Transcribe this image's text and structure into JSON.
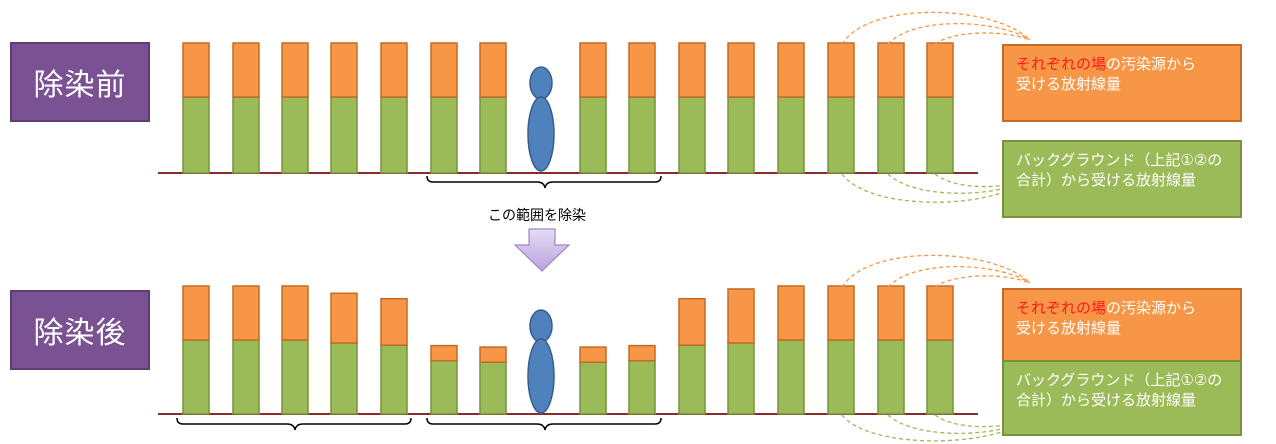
{
  "panels": [
    {
      "title": "除染前",
      "legend_source_highlight": "それぞれの場",
      "legend_source_rest_line1": "の汚染源から",
      "legend_source_line2": "受ける放射線量",
      "legend_background_line1": "バックグラウンド（上記①②の",
      "legend_background_line2": "合計）から受ける放射線量",
      "orange_levels": [
        1,
        1,
        1,
        1,
        1,
        1,
        1,
        1,
        1,
        1,
        1,
        1,
        1,
        1,
        1
      ],
      "green_levels": [
        1,
        1,
        1,
        1,
        1,
        1,
        1,
        1,
        1,
        1,
        1,
        1,
        1,
        1,
        1
      ]
    },
    {
      "title": "除染後",
      "legend_source_highlight": "それぞれの場",
      "legend_source_rest_line1": "の汚染源から",
      "legend_source_line2": "受ける放射線量",
      "legend_background_line1": "バックグラウンド（上記①②の",
      "legend_background_line2": "合計）から受ける放射線量",
      "orange_levels": [
        1,
        1,
        1,
        0.92,
        0.86,
        0.28,
        0.28,
        0.28,
        0.28,
        0.86,
        1,
        1,
        1,
        1,
        1
      ],
      "green_levels": [
        1,
        1,
        1,
        0.96,
        0.93,
        0.72,
        0.7,
        0.7,
        0.72,
        0.93,
        0.96,
        1,
        1,
        1,
        1
      ]
    }
  ],
  "caption": "この範囲を除染",
  "colors": {
    "orange": "#f79646",
    "orange_border": "#c46b25",
    "green": "#9bbb59",
    "green_border": "#77933c",
    "person": "#4f81bd",
    "person_border": "#385d8a",
    "ground": "#8b2c2c",
    "title_bg": "#7a5193",
    "arrow": "#c9b7e6"
  }
}
